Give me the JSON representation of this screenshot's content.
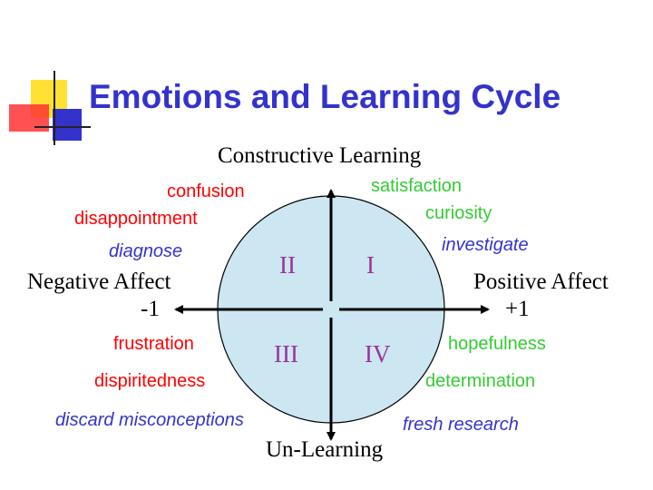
{
  "title": "Emotions and Learning Cycle",
  "axes": {
    "top": "Constructive Learning",
    "bottom": "Un-Learning",
    "left": "Negative Affect",
    "left_value": "-1",
    "right": "Positive Affect",
    "right_value": "+1"
  },
  "quadrants": {
    "q1": "I",
    "q2": "II",
    "q3": "III",
    "q4": "IV"
  },
  "upper_left": {
    "items": [
      "confusion",
      "disappointment",
      "diagnose"
    ]
  },
  "upper_right": {
    "items": [
      "satisfaction",
      "curiosity",
      "investigate"
    ]
  },
  "lower_left": {
    "items": [
      "frustration",
      "dispiritedness",
      "discard misconceptions"
    ]
  },
  "lower_right": {
    "items": [
      "hopefulness",
      "determination",
      "fresh research"
    ]
  },
  "colors": {
    "title": "#3333cc",
    "negative_emotion": "#ff0000",
    "positive_emotion": "#33cc33",
    "action": "#3333cc",
    "quadrant_label": "#993399",
    "circle_fill": "#cce6f2"
  }
}
